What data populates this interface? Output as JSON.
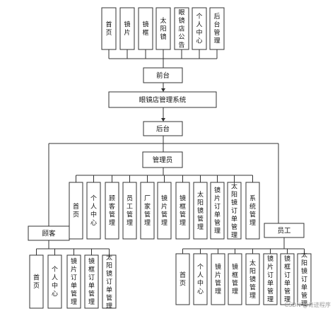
{
  "frontend_items": [
    "首页",
    "镜片",
    "镜框",
    "太阳镜",
    "眼镜店公告",
    "个人中心",
    "后台管理"
  ],
  "frontend": "前台",
  "system": "眼镜店管理系统",
  "backend": "后台",
  "admin": "管理员",
  "admin_items": [
    "首页",
    "个人中心",
    "顾客管理",
    "员工管理",
    "厂家管理",
    "镜片管理",
    "镜框管理",
    "太阳镜管理",
    "镜片订单管理",
    "太阳镜订单管理",
    "系统管理"
  ],
  "customer": "顾客",
  "customer_items": [
    "首页",
    "个人中心",
    "镜片订单管理",
    "镜框订单管理",
    "太阳镜订单管理"
  ],
  "employee": "员工",
  "employee_items": [
    "首页",
    "个人中心",
    "镜片管理",
    "镜框管理",
    "太阳镜管理",
    "镜片订单管理",
    "镜框订单管理",
    "太阳镜订单管理"
  ],
  "watermark": "CSDN @奇迹程序",
  "colors": {
    "line": "#333333",
    "box": "#333333",
    "text": "#111111"
  }
}
